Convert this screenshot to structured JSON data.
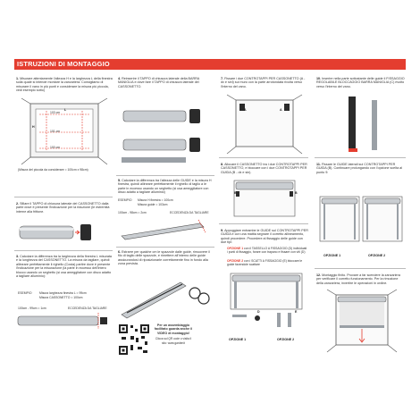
{
  "title": "ISTRUZIONI DI MONTAGGIO",
  "steps": {
    "s1": {
      "num": "1.",
      "text": "Misurare attentamente l'altezza H e la larghezza L della finestra sulla quale si intende montare la zanzariera. Consigliamo di misurare il vano in più punti e considerare la misura più piccola, vedi esempio sotto)"
    },
    "s2": {
      "num": "2.",
      "text": "Sfilare il TAPPO di chiusura laterale del CASSONETTO dalla parte dove è presente l'indicazione per la riduzione (le estremità interne alla frittone."
    },
    "s3": {
      "num": "3.",
      "text": "Calcolare la differenza tra la larghezza della finestra L misurata e la lunghezza del CASSONETTO. La misura da tagliare, quindi allineare perfettamente il righello (Costa) partire dove è presente l'indicazione per la misurazione (la parte in eccesso dell'intero blocco usando un seghetto (si usa ameggliatore con disco adatto a tagliare alluminio):"
    },
    "s4": {
      "num": "4.",
      "text": "Reinserire il TAPPO di chiusura laterale della BARRA MANIGLIA e dove fare il TAPPO di chiusura laterale del CASSONETTO."
    },
    "s5": {
      "num": "5.",
      "text": "Calcolare la differenza tra l'altezza delle GUIDE e la misura H finestra, quindi allineare perfettamente il righello di taglio a le parte in eccesso usando un seghetto (si usa ameggliatore con disco adatto a tagliare alluminio)"
    },
    "s6": {
      "num": "6.",
      "text": "Estrarre per qualche cm le spazzole dalle guide, rimuovere il filo di taglio delle spazzole, e rimettere all'interno delle guide assicurandosi di riposizionarle correttamente fino in fondo alla zona prevista."
    },
    "s7": {
      "num": "7.",
      "text": "Fissare i due CONTROTAPPI PER CASSONETTO (A - dx e sinl) sul muro con la parte arrotondata rivolta verso l'interno del vano."
    },
    "s8": {
      "num": "8.",
      "text": "Allocare il CASSONETTO tra i due CONTROTAPPI PER CASSONETTO, e bloccare con i due CONTROTAPPI PER GUIDA (B - dx e sin)."
    },
    "s9": {
      "num": "9.",
      "text": "Appoggiare entrambe le GUIDE sul CONTROTAPPI PER GUIDA e con una matita segnare il corretto allineamento, quindi procedere. Procedere al fissaggio delle guide con due tipi:"
    },
    "s10": {
      "num": "10.",
      "text": "Inserire nella parte sottostante delle guide il FISSAGGIO REGOLABILE BLOCCAGGIO BARRA MANIGLIA (C) rivolto verso l'interno del vano."
    },
    "s11": {
      "num": "11.",
      "text": "Fissare le GUIDE laterali sui CONTROTAPPI PER GUIDA (B). Continuare prolungando con l'opzione scelta al punto 9:"
    },
    "s12": {
      "num": "12.",
      "text": "Montaggio finito. Provare a far scendere la zanzariera per verificare il corretto funzionamento. Per la rimozione della zanzariera, invertire le operazioni in ordine."
    }
  },
  "measure": {
    "caption": "(Misura del piccola da considerare = 100cm x 98cm)",
    "h_label": "H",
    "l_label": "L",
    "size_a": "103 cm",
    "size_b": "101 cm",
    "size_c": "100 cm"
  },
  "examples": {
    "s3_label": "ESEMPIO",
    "s3_line1": "Misura larghezza finestra L = 99cm",
    "s3_line2": "Misura CASSONETTO = 100cm",
    "s3_formula": "100cm - 99cm = 1cm",
    "s3_cut": "ECCEDENZA DA TAGLIARE",
    "s5_label": "ESEMPIO",
    "s5_line1": "Misura H finestra = 100cm",
    "s5_line2": "Misura guide = 103cm",
    "s5_formula": "100cm - 98cm = 2cm",
    "s5_cut": "ECCEDENZA DA TAGLIARE"
  },
  "options": {
    "opt1_title": "OPZIONE 1",
    "opt1_text": "con il TASSELLO A FISSAGGIO (D) individuati i punti di fissaggio, forare con trapano e fissare con viti (D)",
    "opt2_title": "OPZIONE 2",
    "opt2_text": "con i SCATTI A FISSAGGIO (E) bloccare le guide facendole scattare",
    "labels": [
      "OPZIONE 1",
      "OPZIONE 2",
      "OPZIONE 1",
      "OPZIONE 2"
    ]
  },
  "qr": {
    "text": "Per un assemblaggio facilitato guarda anche il VIDEO di montaggio!",
    "sub": "Clicca sul QR code o visita il sito: www.gardenit"
  },
  "letters": [
    "A",
    "A",
    "B",
    "B",
    "C",
    "D",
    "E"
  ],
  "colors": {
    "accent": "#e43d2f",
    "metal": "#9aa0a6",
    "dark": "#2b2b2b"
  }
}
